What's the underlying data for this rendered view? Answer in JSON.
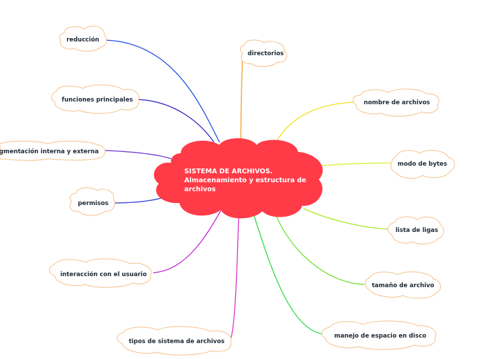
{
  "central_topic": {
    "lines": [
      "SISTEMA DE ARCHIVOS.",
      "Almacenamiento y estructura de",
      "archivos"
    ],
    "color": "#ff3b47"
  },
  "branches": [
    {
      "id": "reduccion",
      "label": "reducción",
      "color": "#1e4fe0"
    },
    {
      "id": "funciones-principales",
      "label": "funciones principales",
      "color": "#2a20c0"
    },
    {
      "id": "fragmentacion",
      "label": "fragmentación interna y externa",
      "color": "#6a2ad0"
    },
    {
      "id": "permisos",
      "label": "permisos",
      "color": "#3a44d8"
    },
    {
      "id": "interaccion-usuario",
      "label": "interacción con el usuario",
      "color": "#c028d0"
    },
    {
      "id": "tipos-sistema",
      "label": "tipos de sistema de archivos",
      "color": "#d830c8"
    },
    {
      "id": "directorios",
      "label": "directorios",
      "color": "#f0a020"
    },
    {
      "id": "nombre-archivos",
      "label": "nombre de archivos",
      "color": "#f2e020"
    },
    {
      "id": "modo-bytes",
      "label": "modo de bytes",
      "color": "#dcef2a"
    },
    {
      "id": "lista-ligas",
      "label": "lista de ligas",
      "color": "#a8ea28"
    },
    {
      "id": "tamano-archivo",
      "label": "tamaño de archivo",
      "color": "#6fe030"
    },
    {
      "id": "manejo-espacio",
      "label": "manejo de espacio en disco",
      "color": "#2ed848"
    }
  ],
  "bubble": {
    "fill": "#ffffff",
    "stroke": "#f4c28a"
  }
}
